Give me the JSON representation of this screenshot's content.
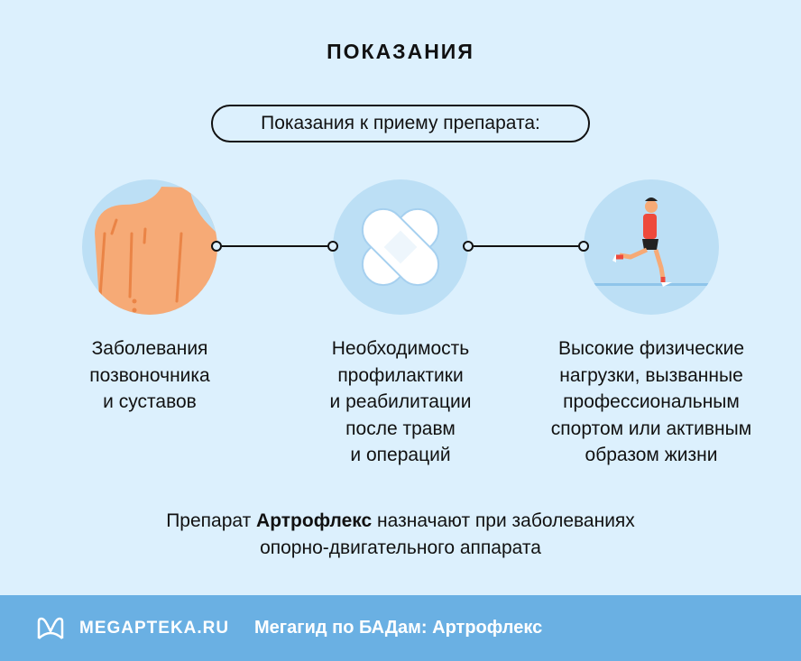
{
  "title": "ПОКАЗАНИЯ",
  "subtitle": "Показания к приему препарата:",
  "items": [
    {
      "icon": "back-spine-icon",
      "lines": [
        "Заболевания",
        "позвоночника",
        "и суставов"
      ]
    },
    {
      "icon": "bandage-icon",
      "lines": [
        "Необходимость",
        "профилактики",
        "и реабилитации",
        "после травм",
        "и операций"
      ]
    },
    {
      "icon": "runner-icon",
      "lines": [
        "Высокие физические",
        "нагрузки, вызванные",
        "профессиональным",
        "спортом или активным",
        "образом жизни"
      ]
    }
  ],
  "bottom": {
    "pre": "Препарат ",
    "bold": "Артрофлекс",
    "post": " назначают при заболеваниях",
    "line2": "опорно-двигательного аппарата"
  },
  "footer": {
    "brand": "MEGAPTEKA.RU",
    "title": "Мегагид по БАДам: Артрофлекс"
  },
  "colors": {
    "background": "#dcf0fd",
    "circle": "#bcdff5",
    "footer": "#6ab0e3",
    "skin": "#f6aa76"
  }
}
